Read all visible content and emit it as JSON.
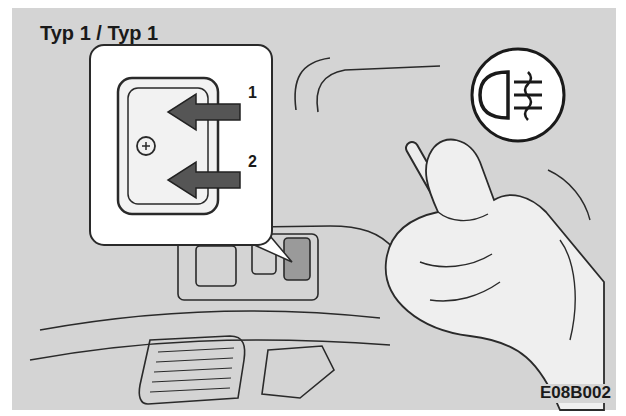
{
  "diagram": {
    "labels": [
      "Typ 1 / Typ 1",
      "1",
      "2",
      "E08B002"
    ]
  }
}
